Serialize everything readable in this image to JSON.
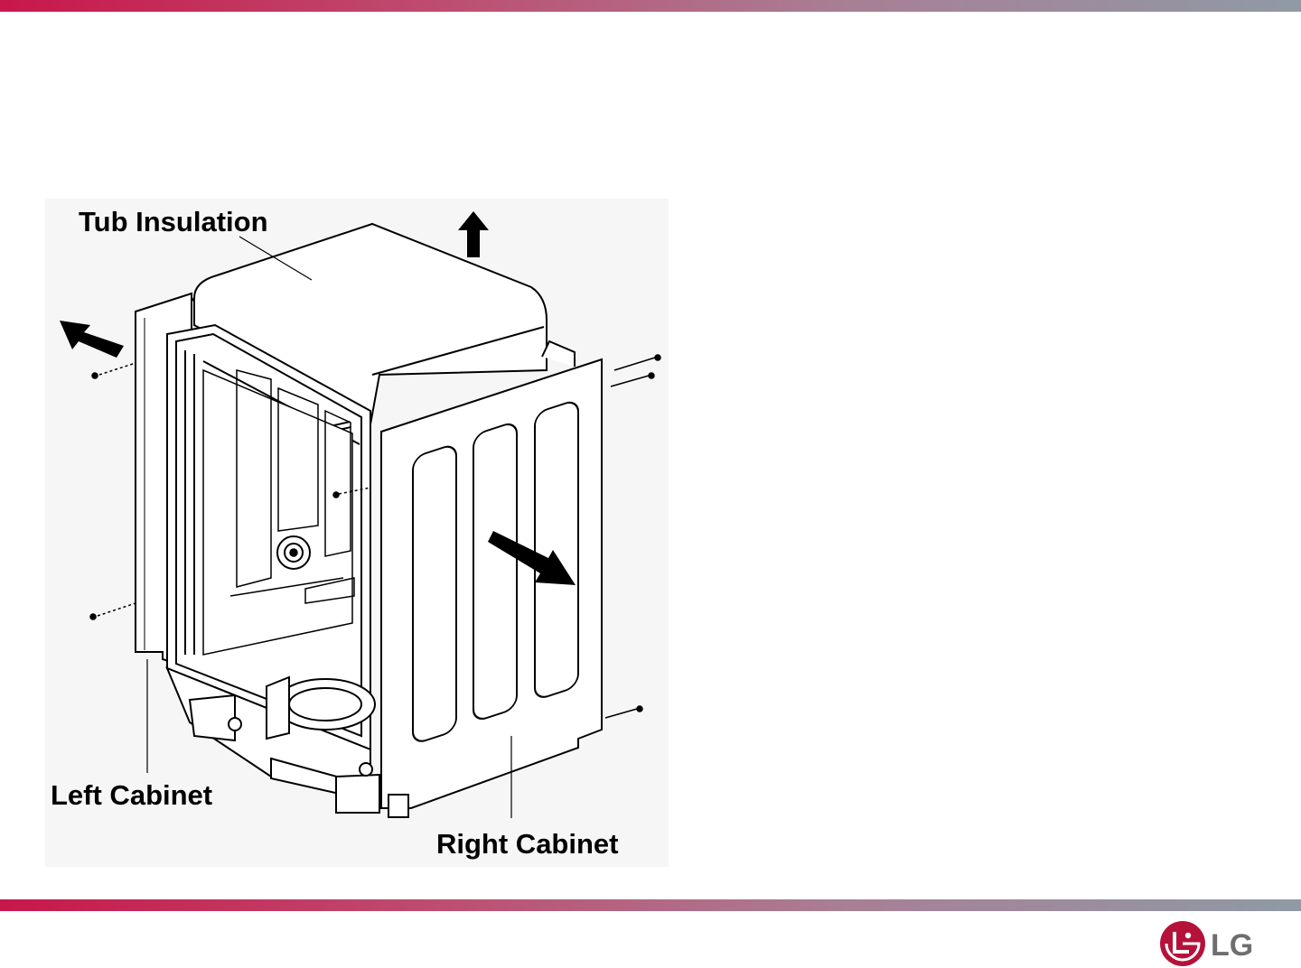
{
  "diagram": {
    "labels": {
      "tub_insulation": "Tub Insulation",
      "left_cabinet": "Left Cabinet",
      "right_cabinet": "Right Cabinet"
    }
  },
  "logo": {
    "text": "LG"
  },
  "colors": {
    "bar_start": "#c8174a",
    "bar_end": "#8f9aa5",
    "logo_red": "#b5123a",
    "logo_gray": "#6e6e6e"
  }
}
